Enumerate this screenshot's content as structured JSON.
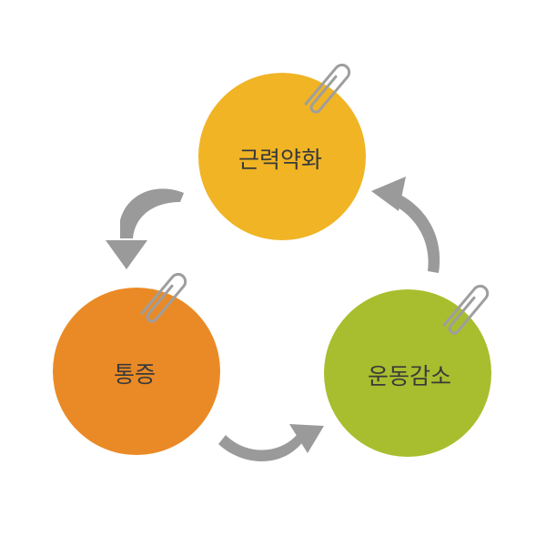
{
  "nodes": [
    {
      "id": "top",
      "label": "근력약화",
      "color": "#f0b424"
    },
    {
      "id": "left",
      "label": "통증",
      "color": "#ea8a26"
    },
    {
      "id": "right",
      "label": "운동감소",
      "color": "#a8be2e"
    }
  ],
  "cycle_order": [
    "top",
    "left",
    "right"
  ],
  "colors": {
    "arrow": "#9a9a9a",
    "clip": "#9e9e9e",
    "label": "#3a3a3a"
  },
  "icons": {
    "attachment": "paperclip-icon",
    "connector": "curved-arrow-icon"
  }
}
